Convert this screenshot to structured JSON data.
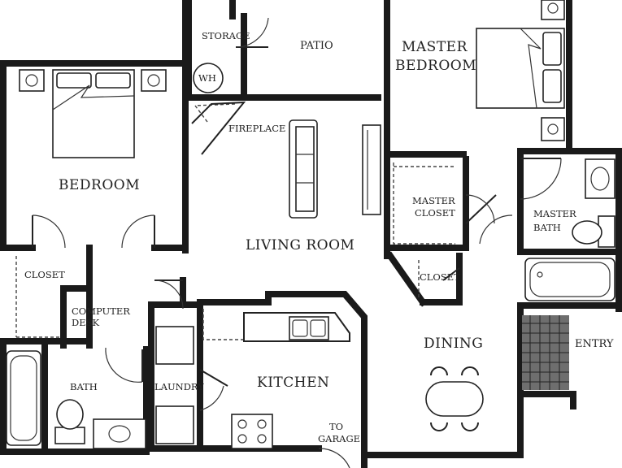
{
  "rooms": {
    "storage": "STORAGE",
    "patio": "PATIO",
    "master_bedroom_1": "MASTER",
    "master_bedroom_2": "BEDROOM",
    "water_heater": "WH",
    "fireplace": "FIREPLACE",
    "bedroom": "BEDROOM",
    "master_closet_1": "MASTER",
    "master_closet_2": "CLOSET",
    "master_bath_1": "MASTER",
    "master_bath_2": "BATH",
    "living_room": "LIVING ROOM",
    "closet_left": "CLOSET",
    "closet_center": "CLOSET",
    "computer_desk_1": "COMPUTER",
    "computer_desk_2": "DESK",
    "dining": "DINING",
    "entry": "ENTRY",
    "bath": "BATH",
    "laundry": "LAUNDRY",
    "kitchen": "KITCHEN",
    "to_garage_1": "TO",
    "to_garage_2": "GARAGE"
  }
}
